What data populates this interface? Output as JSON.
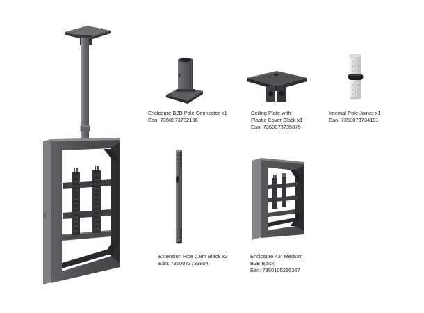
{
  "page": {
    "background": "#ffffff"
  },
  "colors": {
    "text": "#1f1f21",
    "metal_front": "#4c4d50",
    "metal_side_light": "#7e7f82",
    "metal_top_highlight": "#8c8d90",
    "inner_shadow": "#2d2e30",
    "bracket_dark": "#36373a",
    "joiner_body_light": "#d7d8da",
    "joiner_ring_black": "#1d1e20"
  },
  "illustrations": {
    "assembled_unit": "assembled-ceiling-mounted-enclosure",
    "pole_connector": "enclosure-pole-connector",
    "ceiling_plate": "ceiling-plate-with-cover",
    "pole_joiner": "internal-pole-joiner",
    "extension_pipe": "extension-pipe",
    "medium_enclosure": "medium-b2b-enclosure"
  },
  "labels": {
    "pole_connector": {
      "name": "Enclosure B2B Pole Connector x1",
      "ean": "Ean: 7350073732166"
    },
    "ceiling_plate": {
      "name": "Ceiling Plate with\nPlastic Cover Black x1",
      "ean": "Ean: 7350073735075"
    },
    "pole_joiner": {
      "name": "Internal Pole Joiner x1",
      "ean": "Ean: 7350073734191"
    },
    "extension_pipe": {
      "name": "Extension Pipe 0.8m Black x2",
      "ean": "Ean: 7350073733804"
    },
    "medium_enclosure": {
      "name": "Enclosure 43\" Medium\nB2B Black",
      "ean": "Ean: 7350105216367"
    }
  }
}
